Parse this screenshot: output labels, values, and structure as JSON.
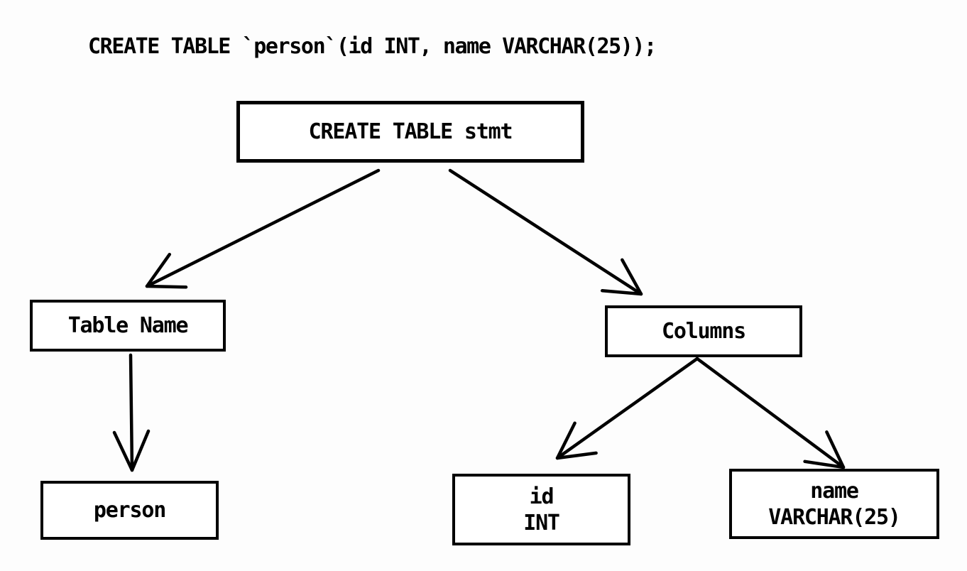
{
  "sql_statement": "CREATE TABLE `person`(id INT, name VARCHAR(25));",
  "diagram": {
    "nodes": {
      "stmt": {
        "label": "CREATE TABLE stmt"
      },
      "table_name": {
        "label": "Table Name"
      },
      "columns": {
        "label": "Columns"
      },
      "person": {
        "label": "person"
      },
      "id_col": {
        "lines": [
          "id",
          "INT"
        ]
      },
      "name_col": {
        "lines": [
          "name",
          "VARCHAR(25)"
        ]
      }
    },
    "edges": [
      {
        "from": "CREATE TABLE stmt",
        "to": "Table Name"
      },
      {
        "from": "CREATE TABLE stmt",
        "to": "Columns"
      },
      {
        "from": "Table Name",
        "to": "person"
      },
      {
        "from": "Columns",
        "to": "id INT"
      },
      {
        "from": "Columns",
        "to": "name VARCHAR(25)"
      }
    ]
  },
  "colors": {
    "ink": "#000000",
    "background": "#fdfdfd"
  }
}
